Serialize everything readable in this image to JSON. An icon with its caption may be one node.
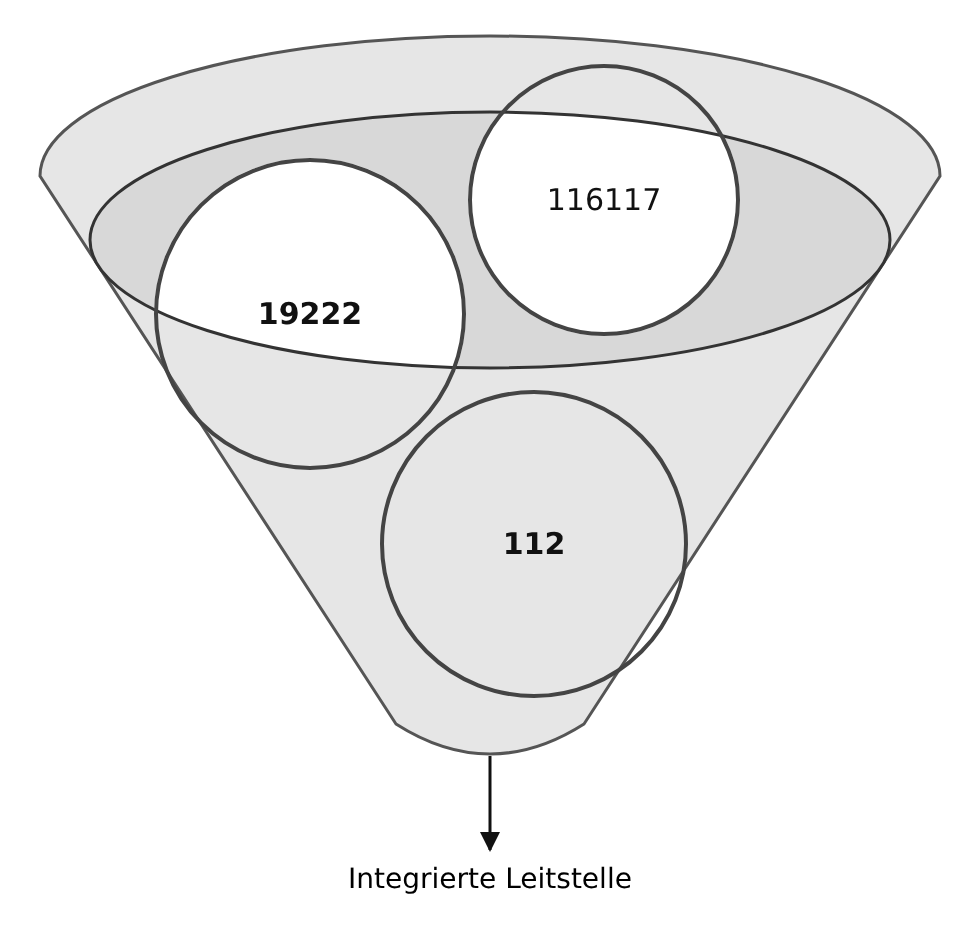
{
  "diagram": {
    "nodes": [
      {
        "text": [],
        "shape": "funnel"
      },
      {
        "text": [
          "19222"
        ],
        "in": 0
      },
      {
        "text": [
          "116117"
        ],
        "in": 0
      },
      {
        "text": [
          "112"
        ],
        "in": 0
      },
      {
        "text": [
          "Integrierte Leitstelle"
        ]
      }
    ],
    "edges": [
      {
        "from": 0,
        "to": 4,
        "arrow": "to"
      }
    ]
  }
}
